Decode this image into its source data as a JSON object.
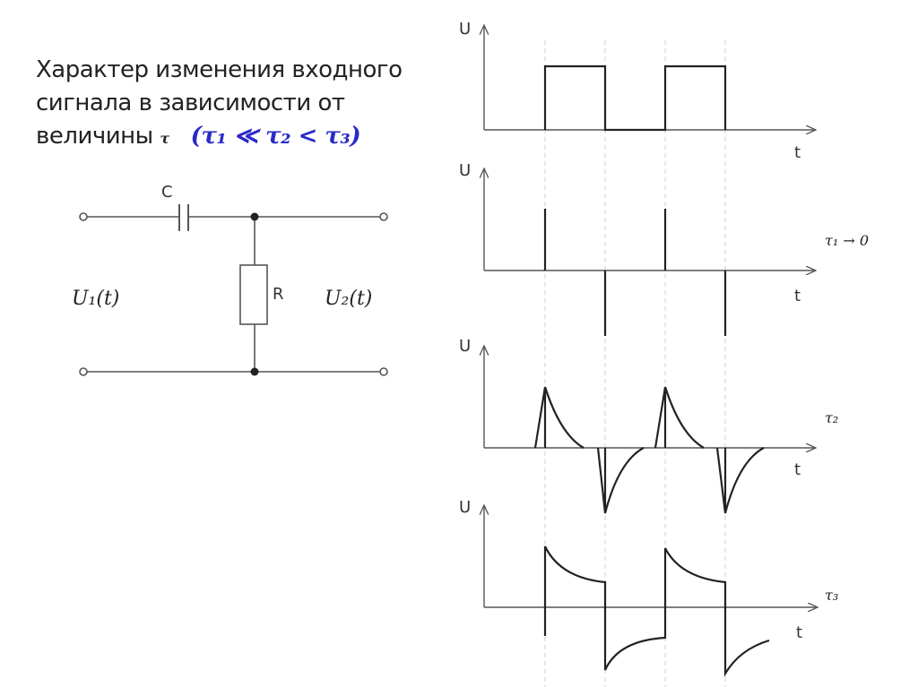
{
  "title": {
    "line1": "Характер изменения входного",
    "line2": "сигнала в зависимости от",
    "line3": "величины",
    "tau_symbol": "τ",
    "condition": "(τ₁ ≪ τ₂ < τ₃)"
  },
  "circuit": {
    "capacitor_label": "C",
    "resistor_label": "R",
    "input_label": "U₁(t)",
    "output_label": "U₂(t)"
  },
  "plots": [
    {
      "y_label": "U",
      "x_label": "t",
      "caption": ""
    },
    {
      "y_label": "U",
      "x_label": "t",
      "caption": "τ₁ → 0"
    },
    {
      "y_label": "U",
      "x_label": "t",
      "caption": "τ₂"
    },
    {
      "y_label": "U",
      "x_label": "t",
      "caption": "τ₃"
    }
  ]
}
